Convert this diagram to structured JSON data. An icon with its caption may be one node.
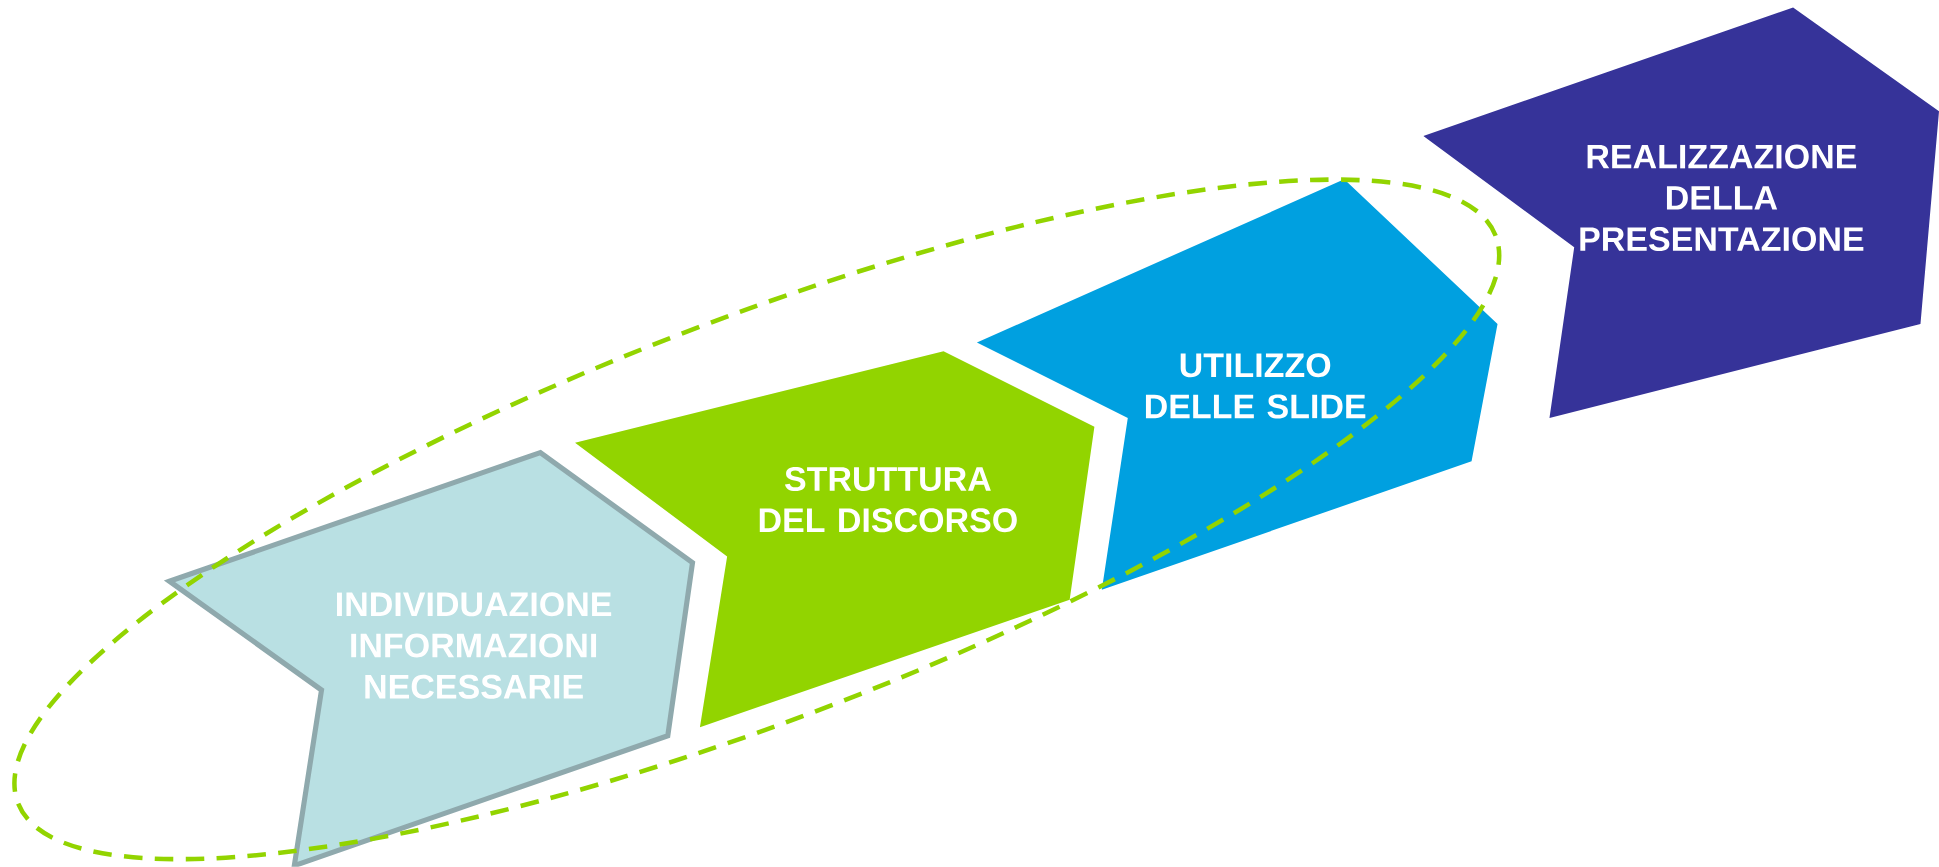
{
  "diagram": {
    "nodes": [
      {
        "text": [
          "INDIVIDUAZIONE INFORMAZIONI NECESSARIE"
        ]
      },
      {
        "text": [
          "STRUTTURA DEL DISCORSO"
        ]
      },
      {
        "text": [
          "UTILIZZO DELLE SLIDE"
        ]
      },
      {
        "text": [
          "REALIZZAZIONE DELLA PRESENTAZIONE"
        ]
      }
    ]
  }
}
